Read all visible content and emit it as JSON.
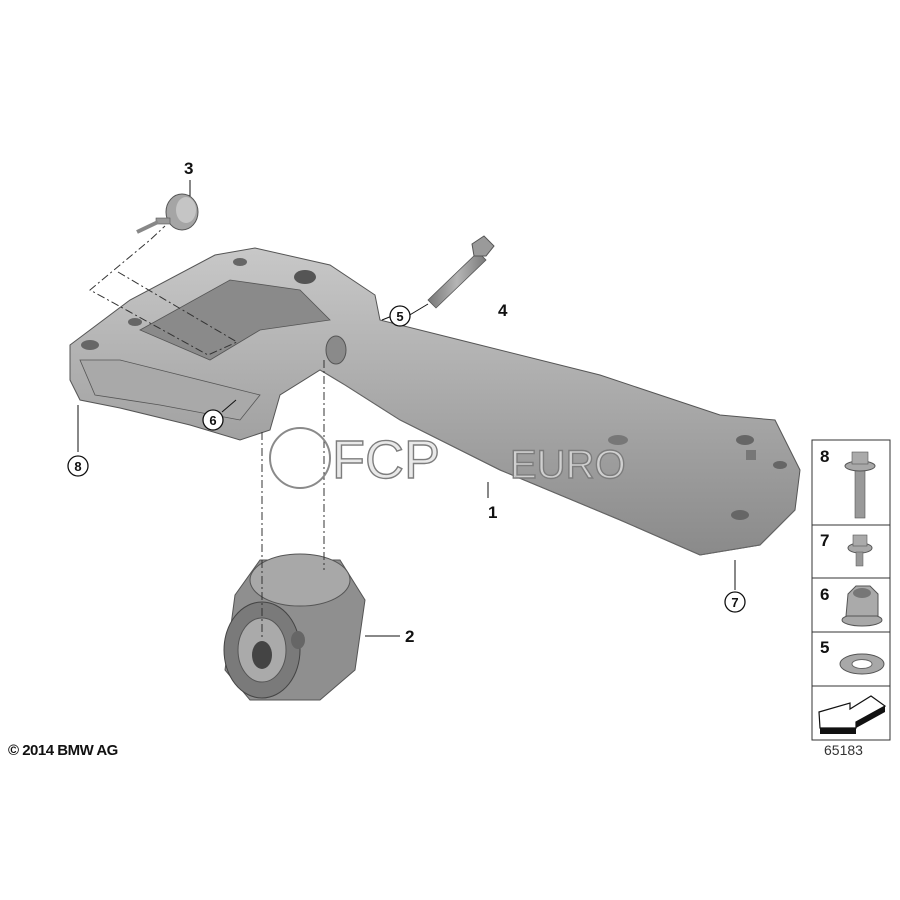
{
  "callouts": {
    "c1": "1",
    "c2": "2",
    "c3": "3",
    "c4": "4",
    "c5": "5",
    "c6": "6",
    "c7": "7",
    "c8": "8"
  },
  "legend": [
    {
      "number": "8",
      "part": "bolt"
    },
    {
      "number": "7",
      "part": "flange-bolt"
    },
    {
      "number": "6",
      "part": "hex-nut"
    },
    {
      "number": "5",
      "part": "washer"
    }
  ],
  "watermark": {
    "brand": "FCP",
    "suffix": "EURO"
  },
  "copyright": "© 2014 BMW AG",
  "diagram_number": "65183",
  "colors": {
    "part": "#9a9a9a",
    "part_light": "#c4c4c4",
    "part_dark": "#6e6e6e"
  }
}
